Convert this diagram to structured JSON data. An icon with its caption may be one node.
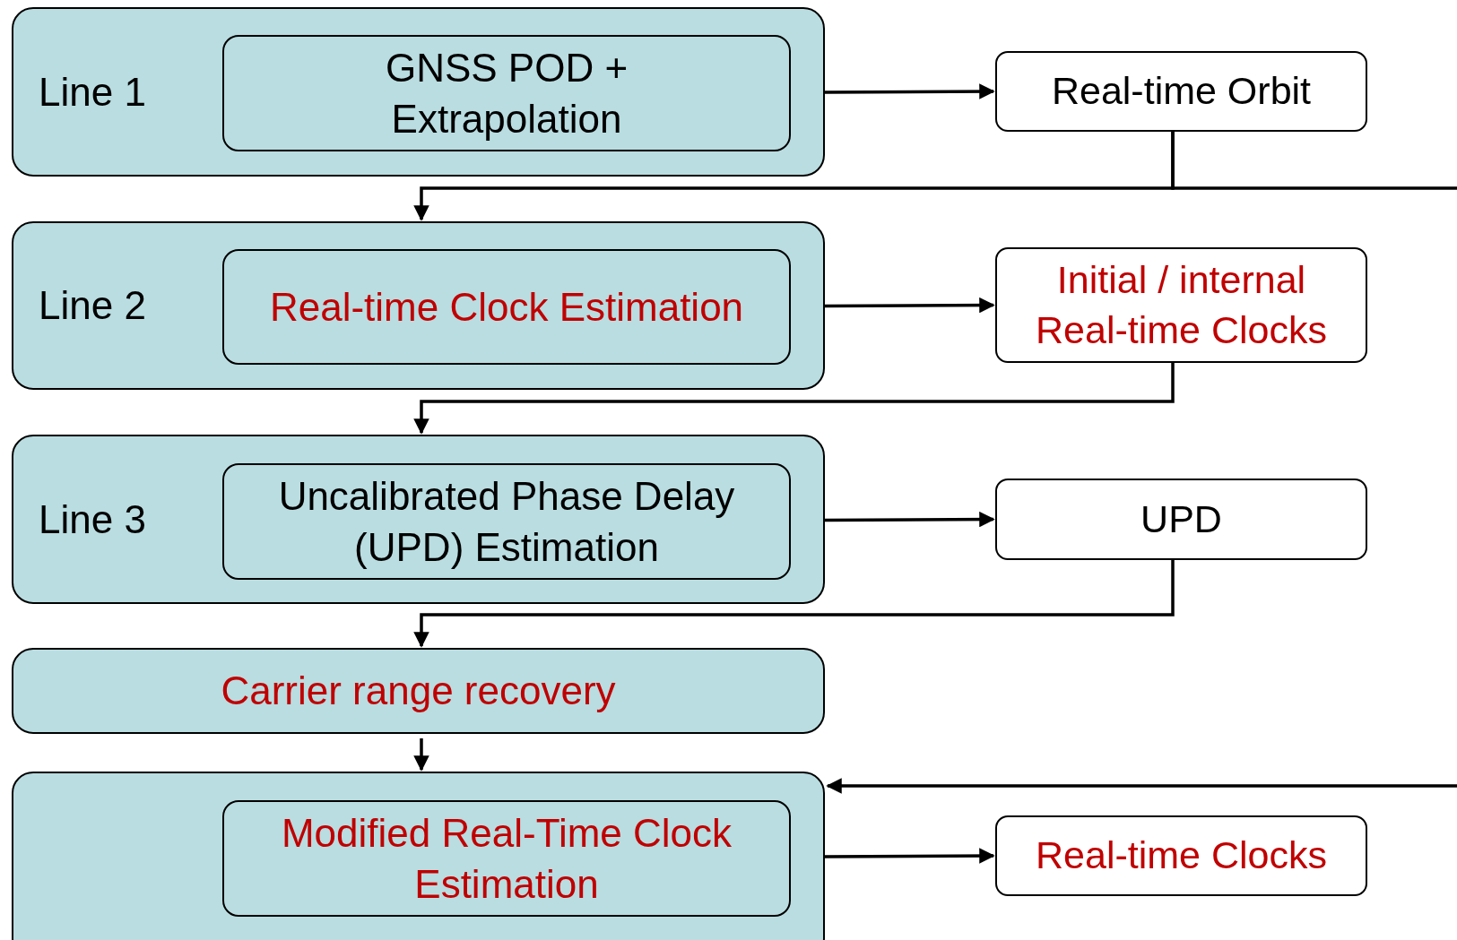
{
  "diagram": {
    "nodes": [
      {
        "text": [
          "Line 1"
        ]
      },
      {
        "text": [
          "GNSS POD + Extrapolation"
        ],
        "in": 0
      },
      {
        "text": [
          "Real-time Orbit"
        ]
      },
      {
        "text": [
          "Line 2"
        ]
      },
      {
        "text": [
          "Real-time Clock Estimation"
        ],
        "in": 3
      },
      {
        "text": [
          "Initial / internal Real-time Clocks"
        ]
      },
      {
        "text": [
          "Line 3"
        ]
      },
      {
        "text": [
          "Uncalibrated Phase Delay (UPD) Estimation"
        ],
        "in": 6
      },
      {
        "text": [
          "UPD"
        ]
      },
      {
        "text": [
          "Carrier range recovery"
        ]
      },
      {
        "text": [],
        "shape": "box"
      },
      {
        "text": [
          "Modified Real-Time Clock Estimation"
        ],
        "in": 10
      },
      {
        "text": [
          "Real-time Clocks"
        ]
      }
    ],
    "edges": [
      {
        "from": 0,
        "to": 2,
        "arrow": "to"
      },
      {
        "from": 2,
        "to": 3,
        "arrow": "to"
      },
      {
        "from": 2,
        "to": 10,
        "arrow": "to"
      },
      {
        "from": 3,
        "to": 5,
        "arrow": "to"
      },
      {
        "from": 5,
        "to": 6,
        "arrow": "to"
      },
      {
        "from": 6,
        "to": 8,
        "arrow": "to"
      },
      {
        "from": 8,
        "to": 9,
        "arrow": "to"
      },
      {
        "from": 9,
        "to": 10,
        "arrow": "to"
      },
      {
        "from": 10,
        "to": 12,
        "arrow": "to"
      }
    ]
  }
}
